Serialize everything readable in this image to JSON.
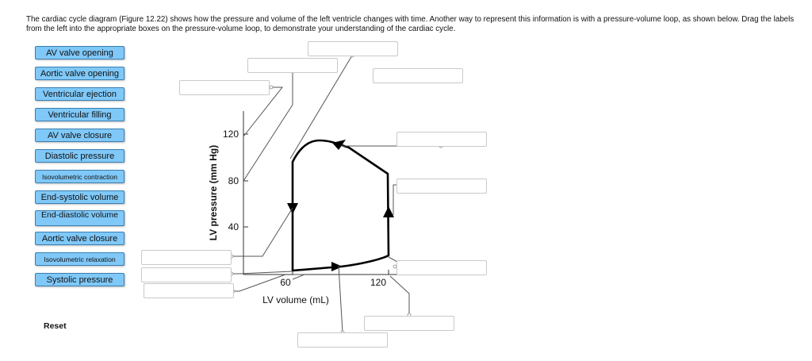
{
  "instructions": "The cardiac cycle diagram (Figure 12.22) shows how the pressure and volume of the left ventricle changes with time.  Another way to represent this information is with a pressure-volume loop, as shown below.  Drag the labels from the left into the appropriate boxes on the pressure-volume loop, to demonstrate your understanding of the cardiac cycle.",
  "labels": [
    "AV valve opening",
    "Aortic valve opening",
    "Ventricular ejection",
    "Ventricular filling",
    "AV valve closure",
    "Diastolic pressure",
    "Isovolumetric contraction",
    "End-systolic volume",
    "End-diastolic volume",
    "Aortic valve closure",
    "Isovolumetric relaxation",
    "Systolic pressure"
  ],
  "reset_label": "Reset",
  "diagram": {
    "y_axis_title": "LV pressure (mm Hg)",
    "x_axis_title": "LV volume (mL)",
    "y_ticks": [
      "120",
      "80",
      "40"
    ],
    "x_ticks": [
      "60",
      "120"
    ]
  }
}
